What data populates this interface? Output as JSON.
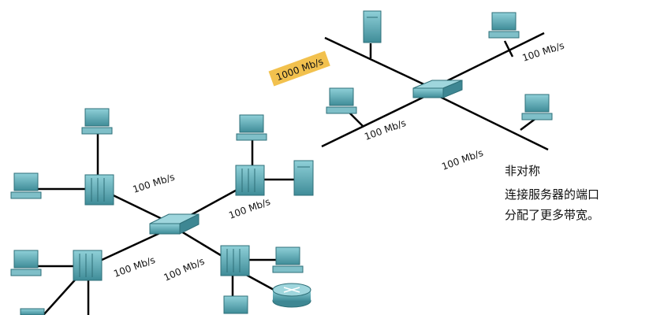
{
  "diagram": {
    "highlight_color": "#f2c14e",
    "device_color": "#5aa6b2",
    "link_color": "#000000",
    "labels": {
      "uplink": "1000 Mb/s",
      "right_top": "100 Mb/s",
      "right_mid": "100 Mb/s",
      "right_bottom": "100 Mb/s",
      "left_upper": "100 Mb/s",
      "left_mid": "100 Mb/s",
      "left_lower": "100 Mb/s",
      "left_bottom": "100 Mb/s"
    }
  },
  "note": {
    "title": "非对称",
    "line1": "连接服务器的端口",
    "line2": "分配了更多带宽。"
  }
}
